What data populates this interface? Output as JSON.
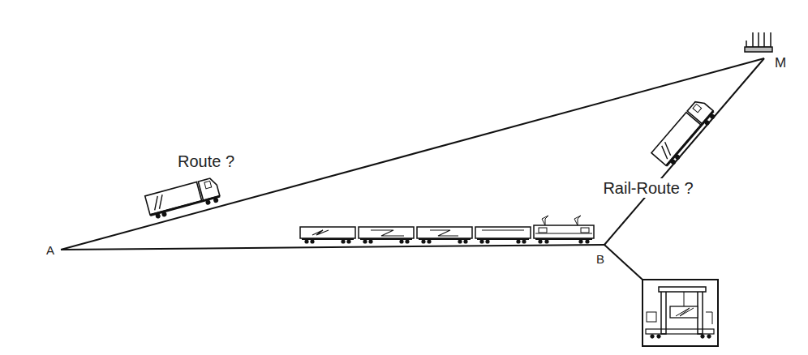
{
  "diagram": {
    "labels": [
      "Route ?",
      "Rail-Route ?",
      "A",
      "M",
      "B"
    ]
  }
}
